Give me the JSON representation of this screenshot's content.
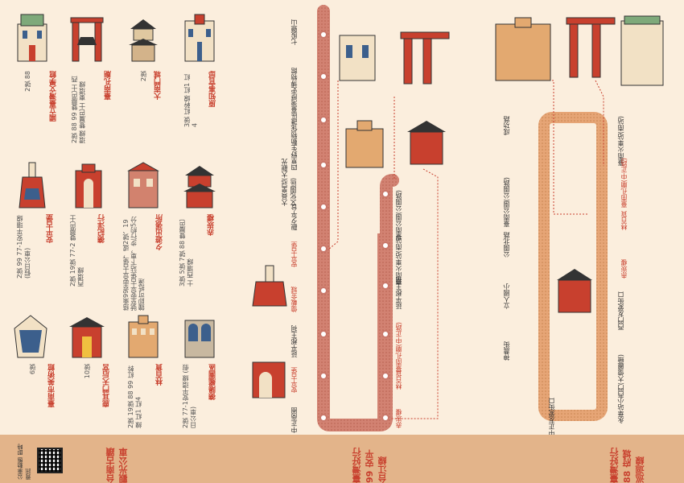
{
  "footer": {
    "routes": [
      "臺灣好行 88 府城巡迴線",
      "臺灣好行 99 安平台江線",
      "台南古蹟觀光公車"
    ],
    "qr_label": "公車動態 即時資訊"
  },
  "buildings": [
    {
      "name": "國立臺灣文學館",
      "routes": "2號 88"
    },
    {
      "name": "臺南孔廟",
      "routes": "2號 88 99 雙層巴士 西環線 雙層巴士 東環線"
    },
    {
      "name": "大南門城",
      "routes": "2號"
    },
    {
      "name": "原知事官邸",
      "routes": "3號 紅幹線 紅1 紅4"
    },
    {
      "name": "安平古堡",
      "routes": "2號 99 77-1安平環線 (假日公車)"
    },
    {
      "name": "德記洋行",
      "routes": "2號 19號 77-2 雙層巴士 西環線"
    },
    {
      "name": "夕遊出張所",
      "routes": "搭乘99至安平古堡，或2號、19號至安平古堡站下車，步行約5分鐘即可抵達"
    },
    {
      "name": "赤崁樓",
      "routes": "3號 5號 7號 88 雙層巴士 西環線"
    },
    {
      "name": "臺南市美術館",
      "routes": "6號"
    },
    {
      "name": "鹿耳門天后宮",
      "routes": "10號"
    },
    {
      "name": "林百貨",
      "routes": "2號 19號 88 99 紅幹線 紅1 紅4"
    },
    {
      "name": "德陽艦園區",
      "routes": "2號 77-1安平環線 (假日公車)"
    }
  ],
  "route99": {
    "stops": [
      "七股鹽山",
      "臺灣歷史博物館",
      "四草野生動物保護區",
      "大員皇冠(大觀光文化園區)",
      "觀夕平台",
      "安平古堡",
      "億載金城",
      "中正商圈",
      "中正商圈",
      "赤崁樓",
      "林百貨",
      "臺南孔廟(中正路)",
      "延平郡王祠",
      "臺南火車站(南站)",
      "臺南公園(公園路)"
    ],
    "highlighted": [
      "安平古堡",
      "億載金城",
      "赤崁樓",
      "林百貨",
      "臺南孔廟(中正路)"
    ]
  },
  "route88": {
    "stops": [
      "臺南火車站(南站)",
      "臺南孔廟(中正路)",
      "臺南公園(公園路)",
      "林百貨",
      "赤崁樓",
      "西門友愛街口",
      "小西門(大億麗緻)",
      "永華站",
      "中正友愛街口",
      "神農街",
      "立人國小",
      "公園北路",
      "成功路"
    ],
    "highlighted": [
      "臺南孔廟(中正路)",
      "林百貨",
      "赤崁樓"
    ]
  },
  "colors": {
    "accent": "#c8402e",
    "route": "#d2826e",
    "bg": "#fbeedd",
    "bar": "#e3b48a"
  }
}
